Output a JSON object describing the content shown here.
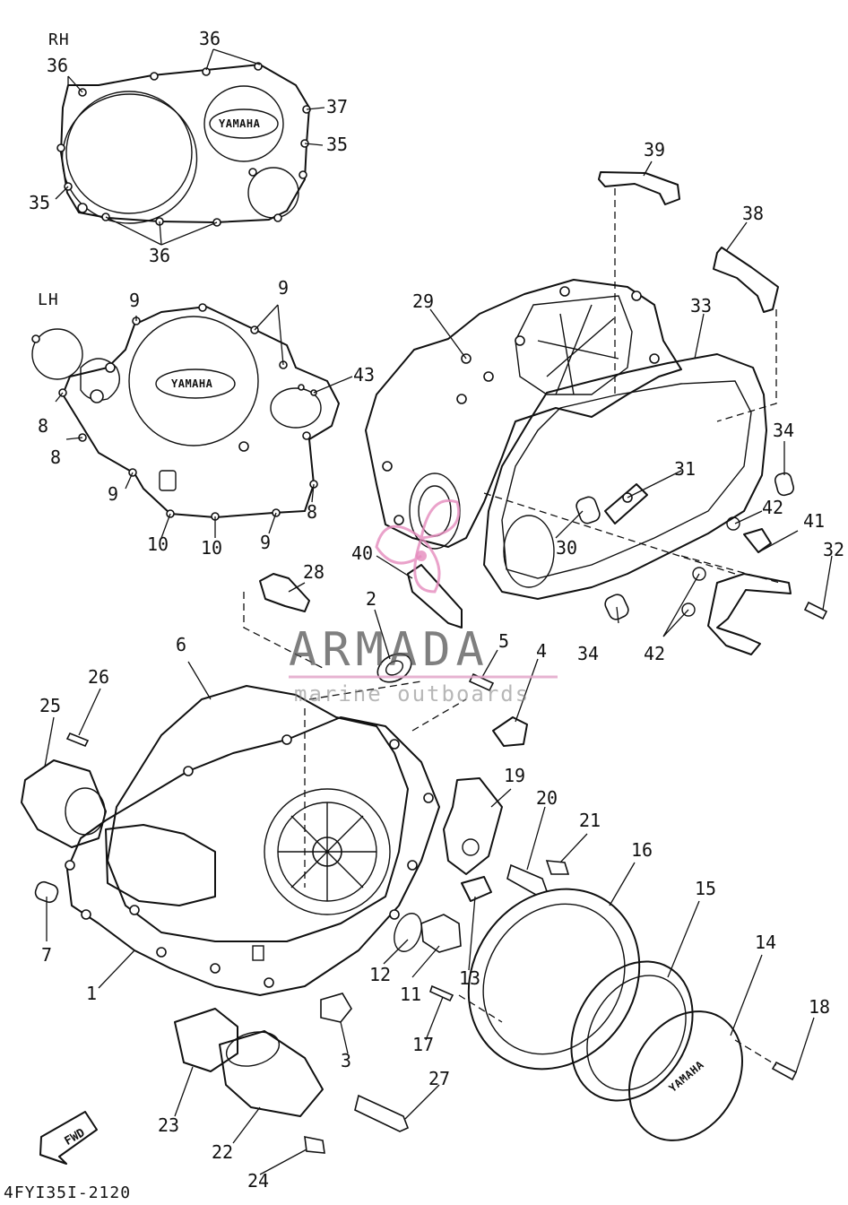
{
  "diagram": {
    "drawing_code": "4FYI35I-2120",
    "panel_rh_title": "RH",
    "panel_lh_title": "LH",
    "cover_logo": "YAMAHA",
    "fwd_label": "FWD"
  },
  "watermark": {
    "brand": "ARMADA",
    "tagline": "marine outboards"
  },
  "callouts": [
    {
      "id": "c36a",
      "label": "36"
    },
    {
      "id": "c36b",
      "label": "36"
    },
    {
      "id": "c36c",
      "label": "36"
    },
    {
      "id": "c37",
      "label": "37"
    },
    {
      "id": "c35a",
      "label": "35"
    },
    {
      "id": "c35b",
      "label": "35"
    },
    {
      "id": "c39",
      "label": "39"
    },
    {
      "id": "c38",
      "label": "38"
    },
    {
      "id": "c9a",
      "label": "9"
    },
    {
      "id": "c9b",
      "label": "9"
    },
    {
      "id": "c9c",
      "label": "9"
    },
    {
      "id": "c9d",
      "label": "9"
    },
    {
      "id": "c43",
      "label": "43"
    },
    {
      "id": "c8a",
      "label": "8"
    },
    {
      "id": "c8b",
      "label": "8"
    },
    {
      "id": "c8c",
      "label": "8"
    },
    {
      "id": "c10a",
      "label": "10"
    },
    {
      "id": "c10b",
      "label": "10"
    },
    {
      "id": "c29",
      "label": "29"
    },
    {
      "id": "c33",
      "label": "33"
    },
    {
      "id": "c34a",
      "label": "34"
    },
    {
      "id": "c34b",
      "label": "34"
    },
    {
      "id": "c31",
      "label": "31"
    },
    {
      "id": "c42a",
      "label": "42"
    },
    {
      "id": "c42b",
      "label": "42"
    },
    {
      "id": "c41",
      "label": "41"
    },
    {
      "id": "c32",
      "label": "32"
    },
    {
      "id": "c30",
      "label": "30"
    },
    {
      "id": "c40",
      "label": "40"
    },
    {
      "id": "c28",
      "label": "28"
    },
    {
      "id": "c2",
      "label": "2"
    },
    {
      "id": "c5",
      "label": "5"
    },
    {
      "id": "c4",
      "label": "4"
    },
    {
      "id": "c6",
      "label": "6"
    },
    {
      "id": "c26",
      "label": "26"
    },
    {
      "id": "c25",
      "label": "25"
    },
    {
      "id": "c7",
      "label": "7"
    },
    {
      "id": "c1",
      "label": "1"
    },
    {
      "id": "c19",
      "label": "19"
    },
    {
      "id": "c20",
      "label": "20"
    },
    {
      "id": "c21",
      "label": "21"
    },
    {
      "id": "c16",
      "label": "16"
    },
    {
      "id": "c15",
      "label": "15"
    },
    {
      "id": "c14",
      "label": "14"
    },
    {
      "id": "c18",
      "label": "18"
    },
    {
      "id": "c12",
      "label": "12"
    },
    {
      "id": "c11",
      "label": "11"
    },
    {
      "id": "c13",
      "label": "13"
    },
    {
      "id": "c17",
      "label": "17"
    },
    {
      "id": "c3",
      "label": "3"
    },
    {
      "id": "c27",
      "label": "27"
    },
    {
      "id": "c23",
      "label": "23"
    },
    {
      "id": "c22",
      "label": "22"
    },
    {
      "id": "c24",
      "label": "24"
    }
  ]
}
